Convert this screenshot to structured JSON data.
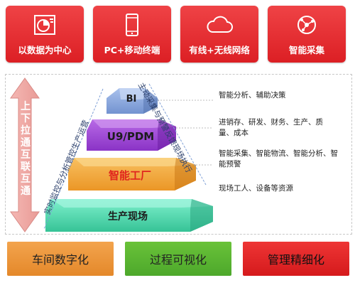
{
  "tiles": [
    {
      "label": "以数据为中心",
      "icon": "pie-chart-icon"
    },
    {
      "label": "PC+移动终端",
      "icon": "mobile-phone-icon"
    },
    {
      "label": "有线+无线网络",
      "icon": "cloud-icon"
    },
    {
      "label": "智能采集",
      "icon": "network-globe-icon"
    }
  ],
  "left_arrow": {
    "text": "上下拉通互联互通"
  },
  "side_labels": {
    "left": "实时监控与分析管控生产运营",
    "right": "主动采集与预警反馈现场执行"
  },
  "pyramid": [
    {
      "label": "BI",
      "color": "#7f9fd6"
    },
    {
      "label": "U9/PDM",
      "color": "#9a47d4"
    },
    {
      "label": "智能工厂",
      "color": "#f2a33a"
    },
    {
      "label": "生产现场",
      "color": "#4fd6b0"
    }
  ],
  "descriptions": [
    "智能分析、辅助决策",
    "进销存、研发、财务、生产、质量、成本",
    "智能采集、智能物流、智能分析、智能预警",
    "现场工人、设备等资源"
  ],
  "bottom": [
    {
      "label": "车间数字化",
      "color": "#f09a3e"
    },
    {
      "label": "过程可视化",
      "color": "#5cb531"
    },
    {
      "label": "管理精细化",
      "color": "#e32728"
    }
  ]
}
